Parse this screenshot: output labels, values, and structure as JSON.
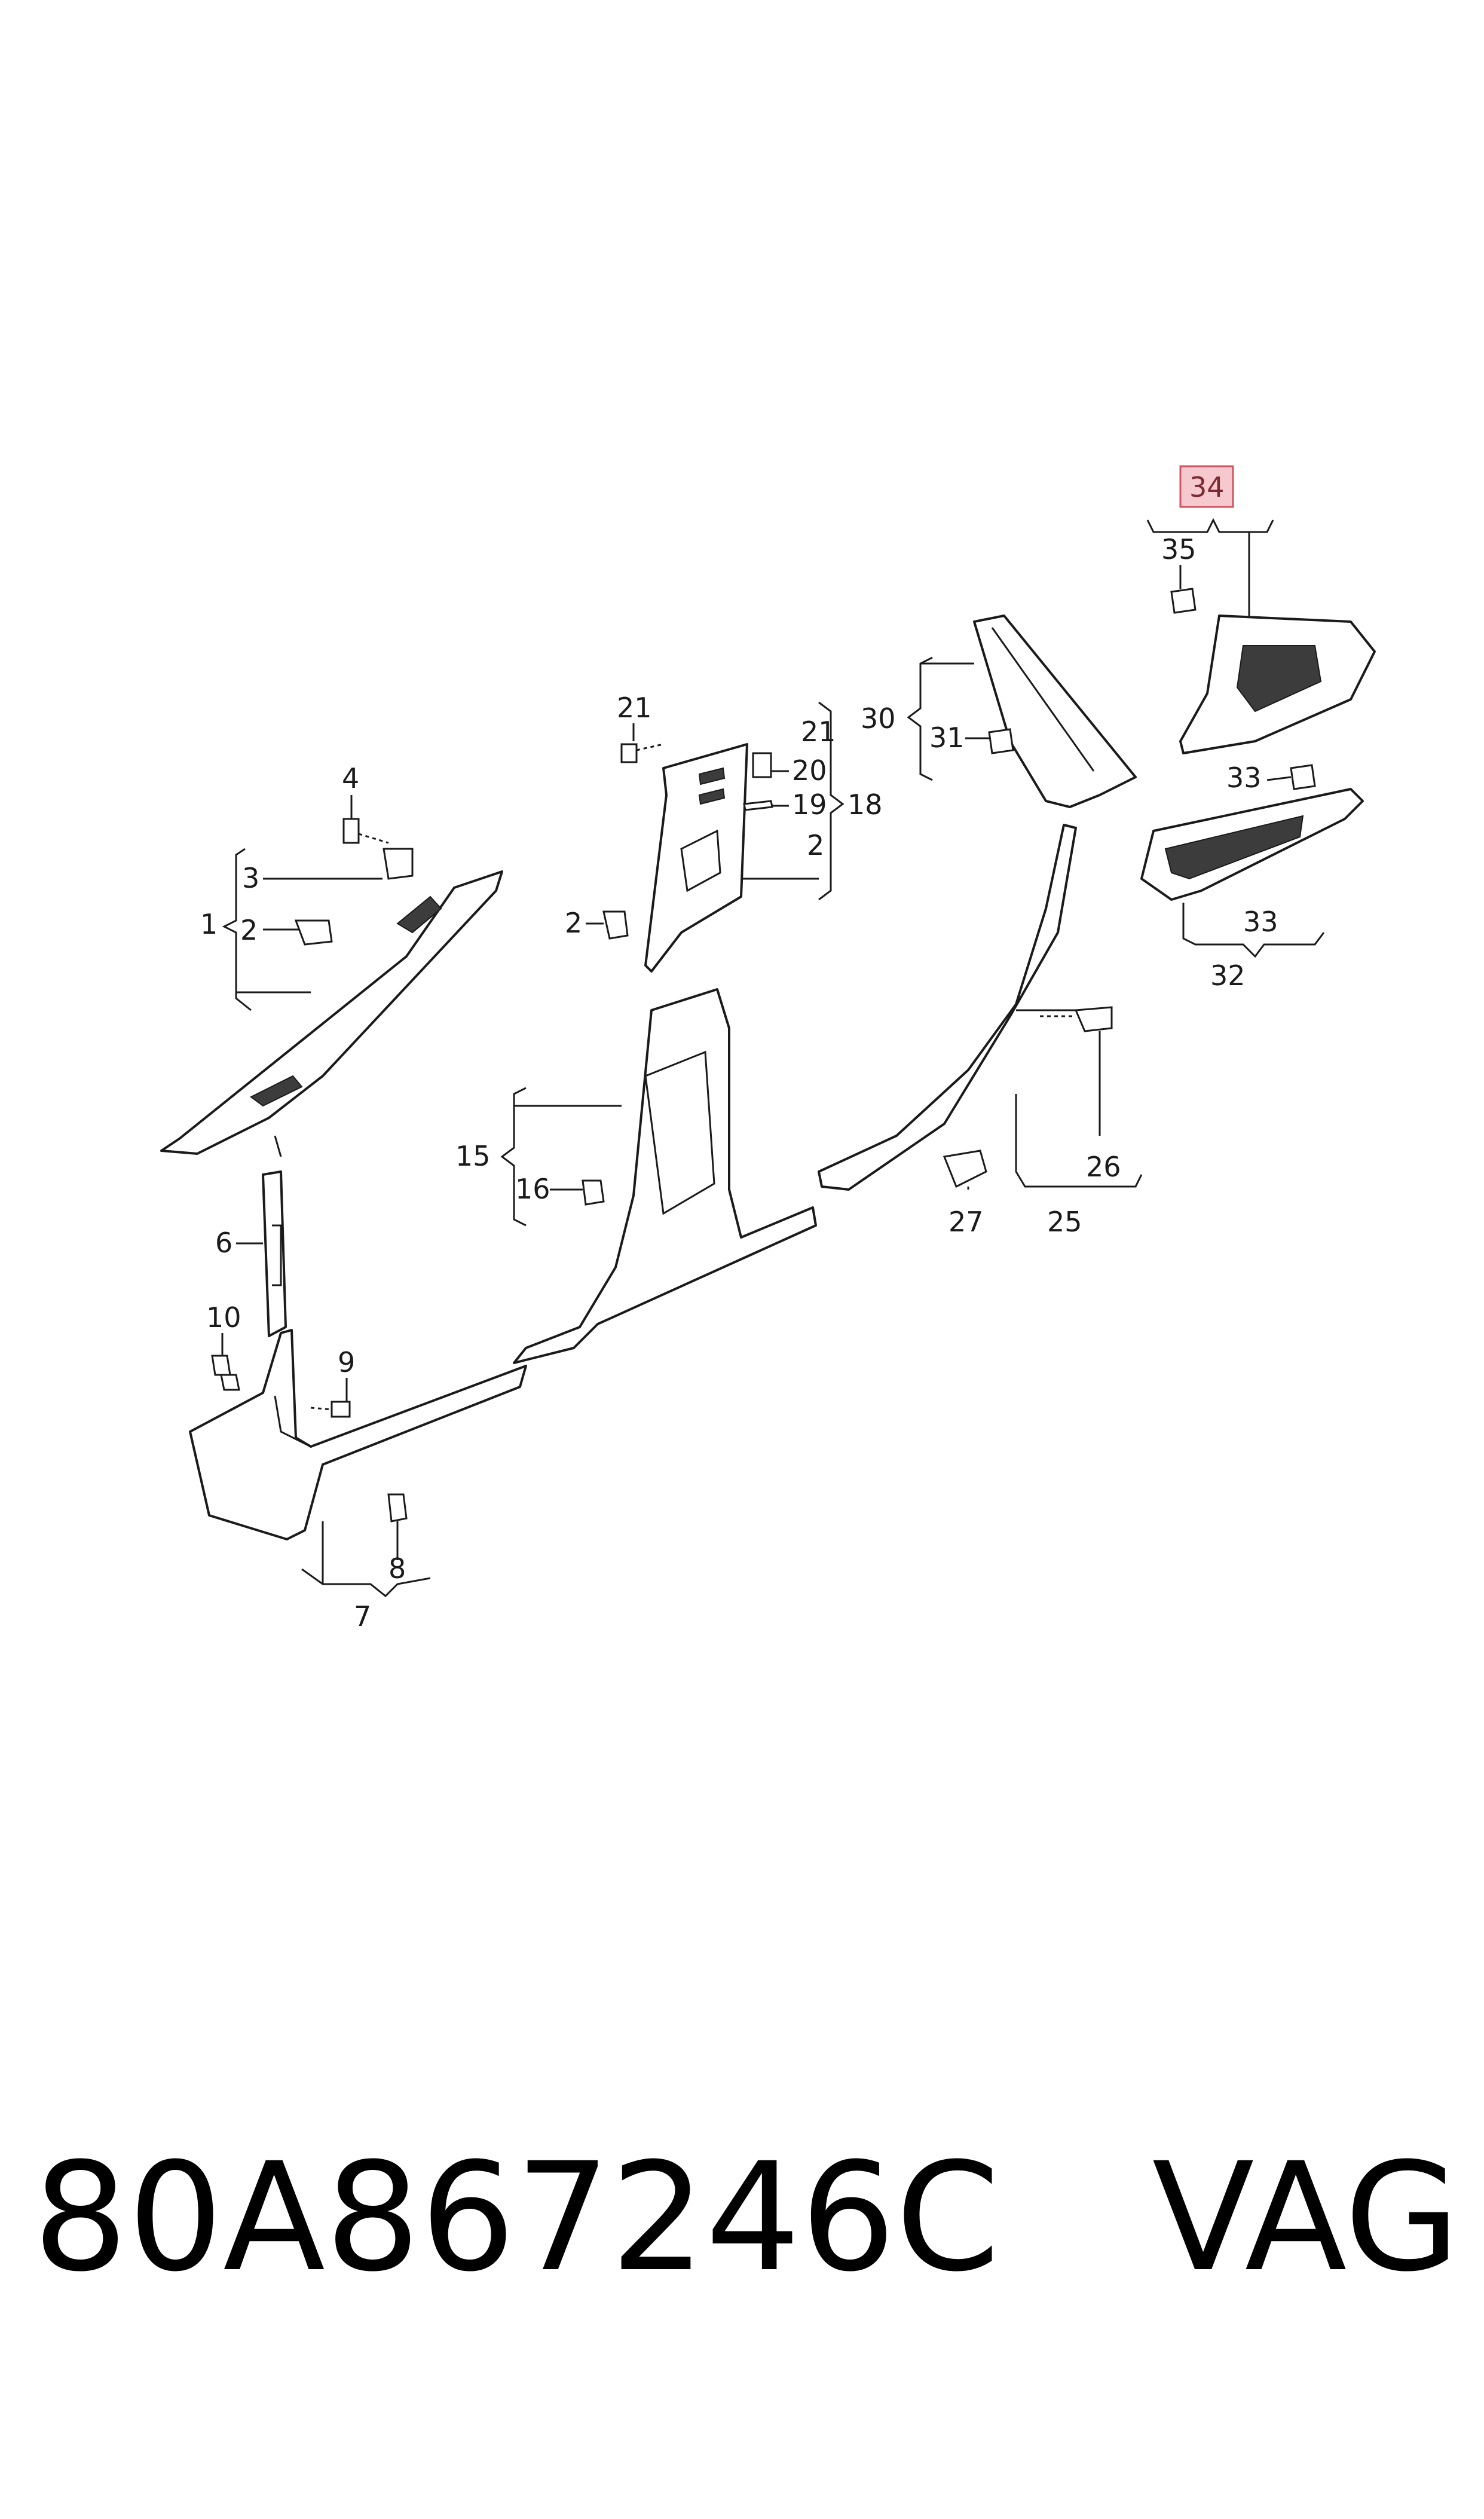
{
  "diagram": {
    "highlight_color": "#f6c9cf",
    "highlight_border": "#d1535f",
    "highlighted_callout": "34",
    "callouts": {
      "c1": "1",
      "c2a": "2",
      "c2b": "2",
      "c2c": "2",
      "c3": "3",
      "c4": "4",
      "c6": "6",
      "c7": "7",
      "c8": "8",
      "c9": "9",
      "c10": "10",
      "c15": "15",
      "c16": "16",
      "c18": "18",
      "c19": "19",
      "c20": "20",
      "c21a": "21",
      "c21b": "21",
      "c25": "25",
      "c26": "26",
      "c27": "27",
      "c30": "30",
      "c31": "31",
      "c32": "32",
      "c33a": "33",
      "c33b": "33",
      "c34": "34",
      "c35": "35"
    }
  },
  "footer": {
    "part_number": "80A867246C",
    "brand": "VAG"
  }
}
